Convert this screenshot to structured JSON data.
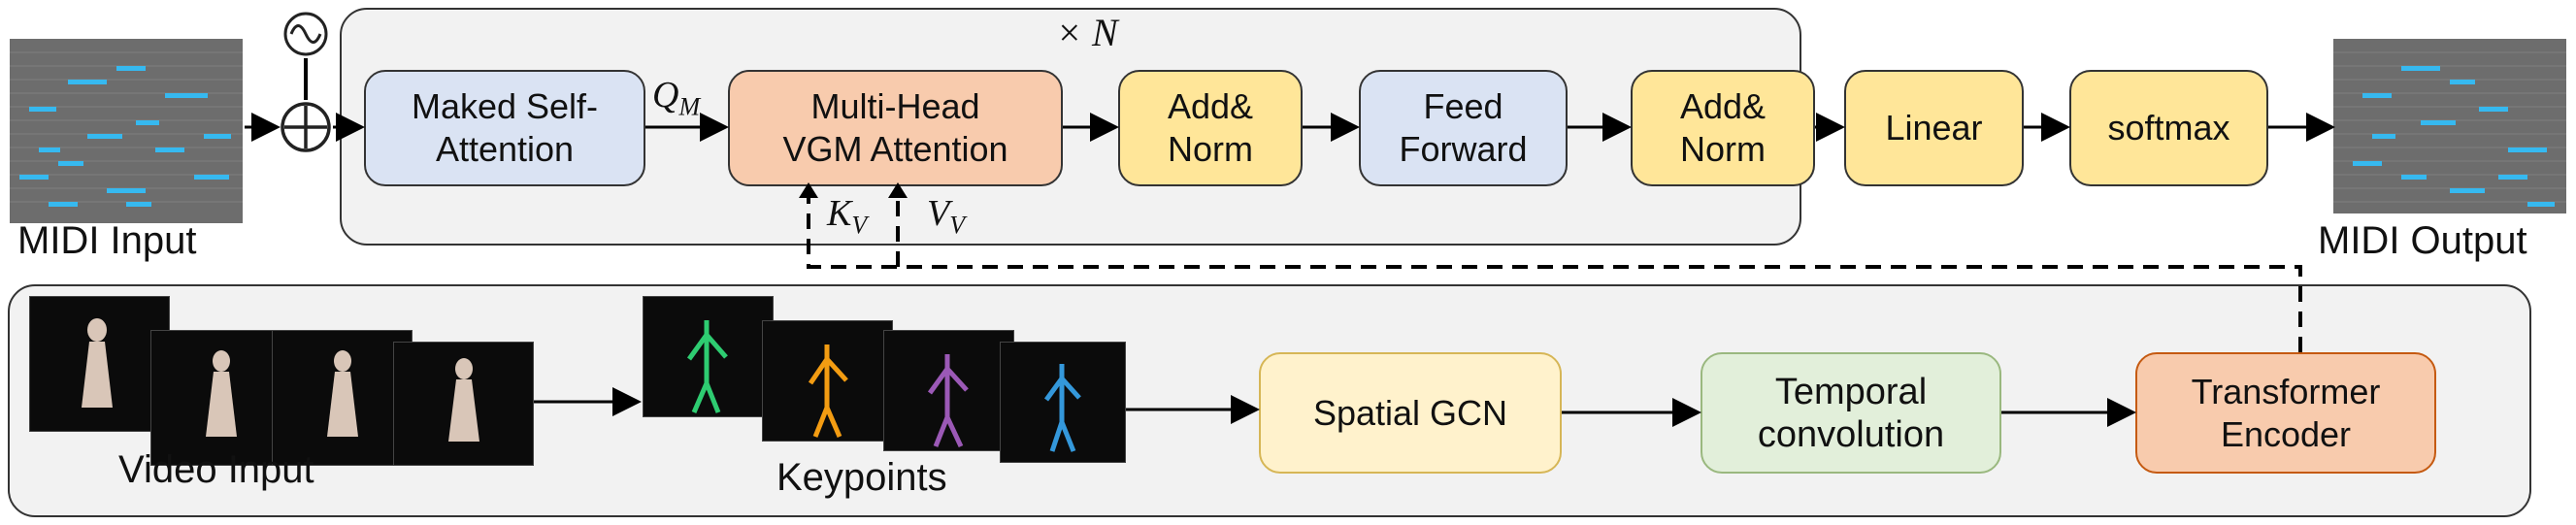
{
  "labels": {
    "midi_input": "MIDI Input",
    "midi_output": "MIDI Output",
    "video_input": "Video Input",
    "keypoints": "Keypoints",
    "repeat": "× N",
    "q_m": "Q",
    "q_m_sub": "M",
    "k_v": "K",
    "k_v_sub": "V",
    "v_v": "V",
    "v_v_sub": "V"
  },
  "decoder_blocks": {
    "masked_self_attention": "Maked Self-\nAttention",
    "vgm_attention": "Multi-Head\nVGM Attention",
    "add_norm_1": "Add&\nNorm",
    "feed_forward": "Feed\nForward",
    "add_norm_2": "Add&\nNorm",
    "linear": "Linear",
    "softmax": "softmax"
  },
  "encoder_blocks": {
    "spatial_gcn": "Spatial GCN",
    "temporal_conv": "Temporal\nconvolution",
    "transformer_encoder": "Transformer\nEncoder"
  },
  "colors": {
    "blue": "#dae3f3",
    "orange": "#f8cbad",
    "yellow": "#ffe699",
    "cream": "#fff2cc",
    "green": "#e2efda",
    "note_cyan": "#36b9f0"
  }
}
